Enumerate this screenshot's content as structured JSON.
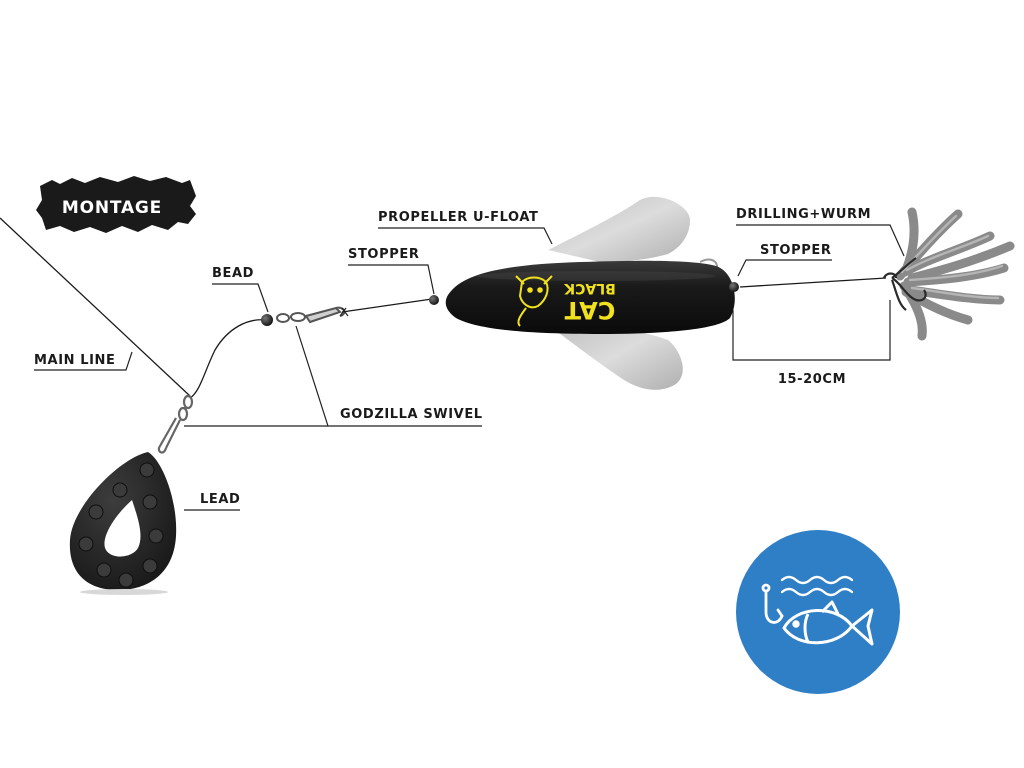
{
  "title": "MONTAGE",
  "labels": {
    "main_line": "MAIN LINE",
    "bead": "BEAD",
    "godzilla_swivel": "GODZILLA SWIVEL",
    "lead": "LEAD",
    "stopper_left": "STOPPER",
    "propeller_u_float": "PROPELLER U-FLOAT",
    "stopper_right": "STOPPER",
    "drilling_wurm": "DRILLING+WURM",
    "distance": "15-20CM"
  },
  "float_brand": {
    "line1": "BLACK",
    "line2": "CAT"
  },
  "colors": {
    "line": "#1a1a1a",
    "float_body": "#1c1c1c",
    "propeller": "#cfcfcf",
    "brand_yellow": "#f1e21d",
    "badge_blue": "#2f7fc6",
    "lead": "#2a2a2a",
    "worm": "#8a8a8a"
  },
  "icons": {
    "badge": "fishing-hook-fish-icon"
  }
}
